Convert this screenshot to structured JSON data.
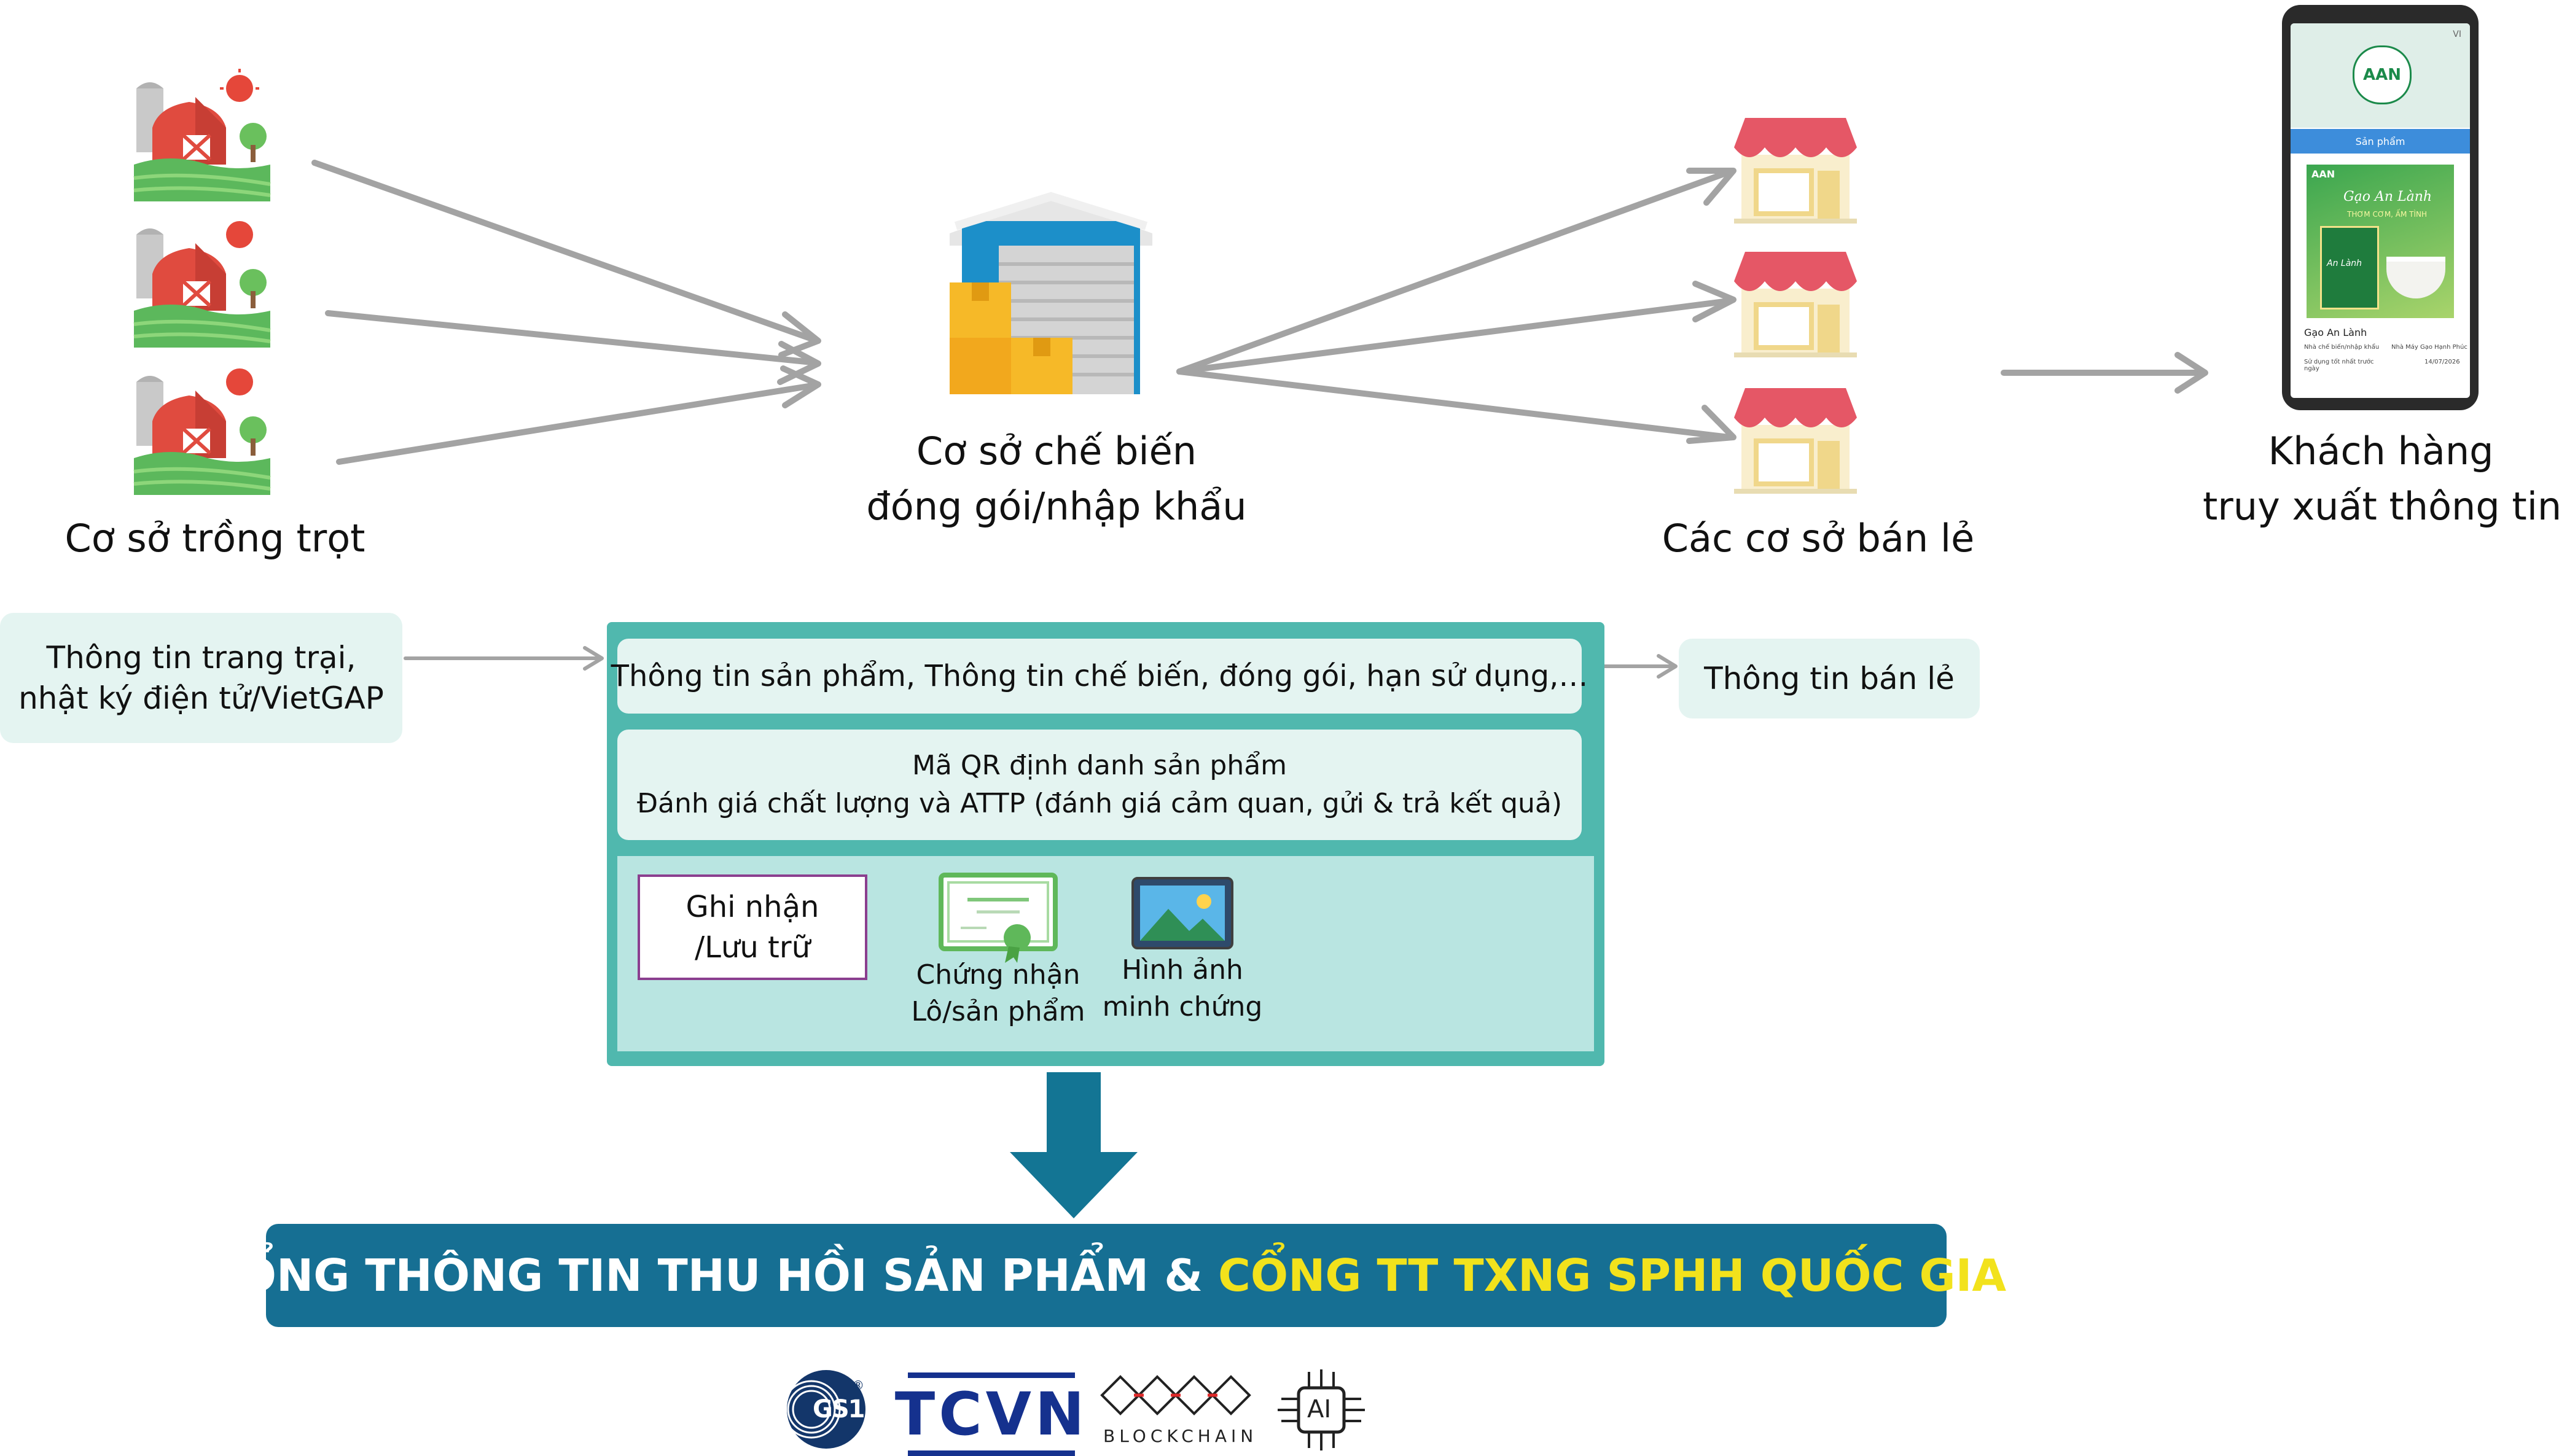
{
  "stages": {
    "farm": {
      "line1": "Cơ sở trồng trọt"
    },
    "processing": {
      "line1": "Cơ sở chế biến",
      "line2": "đóng gói/nhập khẩu"
    },
    "retail": {
      "line1": "Các cơ sở bán lẻ"
    },
    "customer": {
      "line1": "Khách hàng",
      "line2": "truy xuất thông tin"
    }
  },
  "info": {
    "farm_line1": "Thông tin trang trại,",
    "farm_line2": "nhật ký điện tử/VietGAP",
    "product": "Thông tin sản phẩm, Thông tin chế biến, đóng gói, hạn sử dụng,…",
    "qr_line1": "Mã QR định danh sản phẩm",
    "qr_line2": "Đánh giá chất lượng và ATTP (đánh giá cảm quan, gửi & trả kết quả)",
    "retail": "Thông tin bán lẻ",
    "record_line1": "Ghi nhận",
    "record_line2": "/Lưu trữ",
    "cert_line1": "Chứng nhận",
    "cert_line2": "Lô/sản phẩm",
    "image_line1": "Hình ảnh",
    "image_line2": "minh chứng"
  },
  "banner": {
    "part1": "CỔNG THÔNG TIN THU HỒI SẢN PHẨM & ",
    "part2": "CỔNG TT TXNG SPHH QUỐC GIA",
    "color1": "#ffffff",
    "color2": "#f2e21c"
  },
  "phone": {
    "lang": "VI",
    "brand": "AAN",
    "tab": "Sản phẩm",
    "pack_brand": "AAN",
    "pack_title": "Gạo An Lành",
    "pack_subtitle": "THƠM CƠM, ẤM TÌNH",
    "pack_tag": "An Lành",
    "product_name": "Gạo An Lành",
    "row1_label": "Nhà chế biến/nhập khẩu",
    "row1_value": "Nhà Máy Gạo Hạnh Phúc",
    "row2_label": "Sử dụng tốt nhất trước ngày",
    "row2_value": "14/07/2026"
  },
  "logos": {
    "gs1": "GS1",
    "gs1_reg": "®",
    "tcvn": "TCVN",
    "blockchain": "BLOCKCHAIN",
    "ai": "AI"
  },
  "icons": [
    "farm-icon",
    "warehouse-icon",
    "shop-icon",
    "smartphone-icon",
    "certificate-icon",
    "picture-icon",
    "down-arrow-icon"
  ],
  "colors": {
    "teal": "#50b8ae",
    "banner": "#166f93",
    "arrow_gray": "#a3a3a3",
    "pill": "#e4f4f1",
    "record_border": "#8b3f8f"
  }
}
